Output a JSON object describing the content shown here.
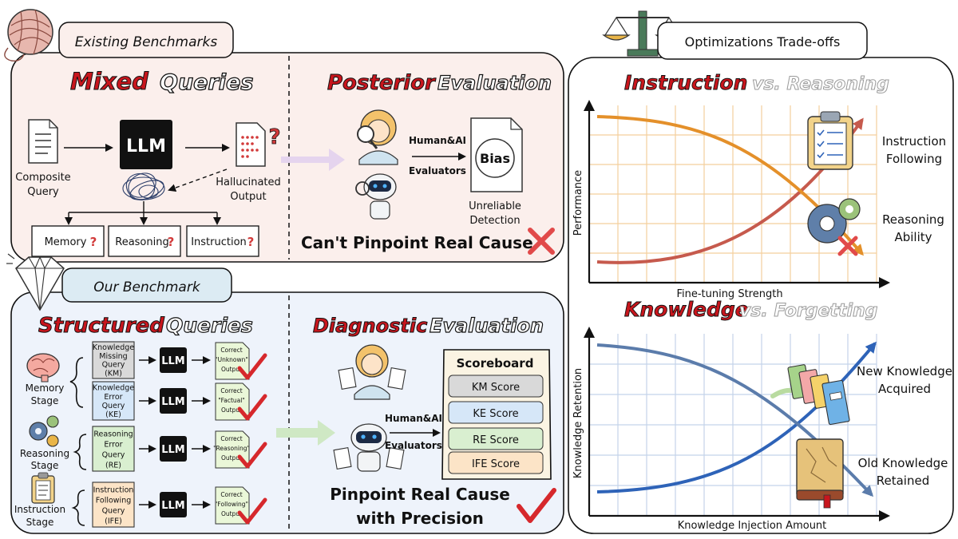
{
  "existing": {
    "title": "Existing Benchmarks",
    "mixed_w1": "Mixed",
    "mixed_w2": "Queries",
    "posterior_w1": "Posterior",
    "posterior_w2": "Evaluation",
    "llm": "LLM",
    "composite_l1": "Composite",
    "composite_l2": "Query",
    "halluc_l1": "Hallucinated",
    "halluc_l2": "Output",
    "box_memory": "Memory",
    "box_reasoning": "Reasoning",
    "box_instruction": "Instruction",
    "qmark": "?",
    "evaluators_l1": "Human&AI",
    "evaluators_l2": "Evaluators",
    "bias": "Bias",
    "unreliable_l1": "Unreliable",
    "unreliable_l2": "Detection",
    "cant_pinpoint": "Can't Pinpoint Real Cause"
  },
  "ours": {
    "title": "Our Benchmark",
    "structured_w1": "Structured",
    "structured_w2": "Queries",
    "diagnostic_w1": "Diagnostic",
    "diagnostic_w2": "Evaluation",
    "llm": "LLM",
    "memory_stage_l1": "Memory",
    "memory_stage_l2": "Stage",
    "reasoning_stage_l1": "Reasoning",
    "reasoning_stage_l2": "Stage",
    "instruction_stage_l1": "Instruction",
    "instruction_stage_l2": "Stage",
    "q_km": [
      "Knowledge",
      "Missing",
      "Query",
      "(KM)"
    ],
    "q_ke": [
      "Knowledge",
      "Error",
      "Query",
      "(KE)"
    ],
    "q_re": [
      "Reasoning",
      "Error",
      "Query",
      "(RE)"
    ],
    "q_ife": [
      "Instruction",
      "Following",
      "Query",
      "(IFE)"
    ],
    "out_unknown": [
      "Correct",
      "\"Unknown\"",
      "Output"
    ],
    "out_factual": [
      "Correct",
      "\"Factual\"",
      "Output"
    ],
    "out_reasoning": [
      "Correct",
      "\"Reasoning\"",
      "Output"
    ],
    "out_following": [
      "Correct",
      "\"Following\"",
      "Output"
    ],
    "evaluators_l1": "Human&AI",
    "evaluators_l2": "Evaluators",
    "scoreboard": "Scoreboard",
    "scores": [
      "KM Score",
      "KE Score",
      "RE Score",
      "IFE Score"
    ],
    "pinpoint_l1": "Pinpoint Real Cause",
    "pinpoint_l2": "with Precision"
  },
  "tradeoffs": {
    "title": "Optimizations Trade-offs",
    "chart1": {
      "title_w1": "Instruction",
      "title_w2": "vs. Reasoning",
      "ylabel": "Performance",
      "xlabel": "Fine-tuning Strength",
      "label_a_l1": "Instruction",
      "label_a_l2": "Following",
      "label_b_l1": "Reasoning",
      "label_b_l2": "Ability"
    },
    "chart2": {
      "title_w1": "Knowledge",
      "title_w2": "vs. Forgetting",
      "ylabel": "Knowledge Retention",
      "xlabel": "Knowledge Injection Amount",
      "label_a_l1": "New Knowledge",
      "label_a_l2": "Acquired",
      "label_b_l1": "Old Knowledge",
      "label_b_l2": "Retained"
    }
  },
  "colors": {
    "red_title": "#c8161d",
    "panel_pink": "#fbefec",
    "panel_blue": "#eef3fb",
    "panel_white": "#ffffff",
    "orange": "#e4902a",
    "rust": "#c65a4d",
    "blue_line": "#2e63b8",
    "slate_line": "#5b7cab",
    "km_fill": "#d9d9d9",
    "ke_fill": "#d6e7f8",
    "re_fill": "#d9efd0",
    "ife_fill": "#fce4c7",
    "check": "#d6282c",
    "cross": "#e14a4a"
  }
}
